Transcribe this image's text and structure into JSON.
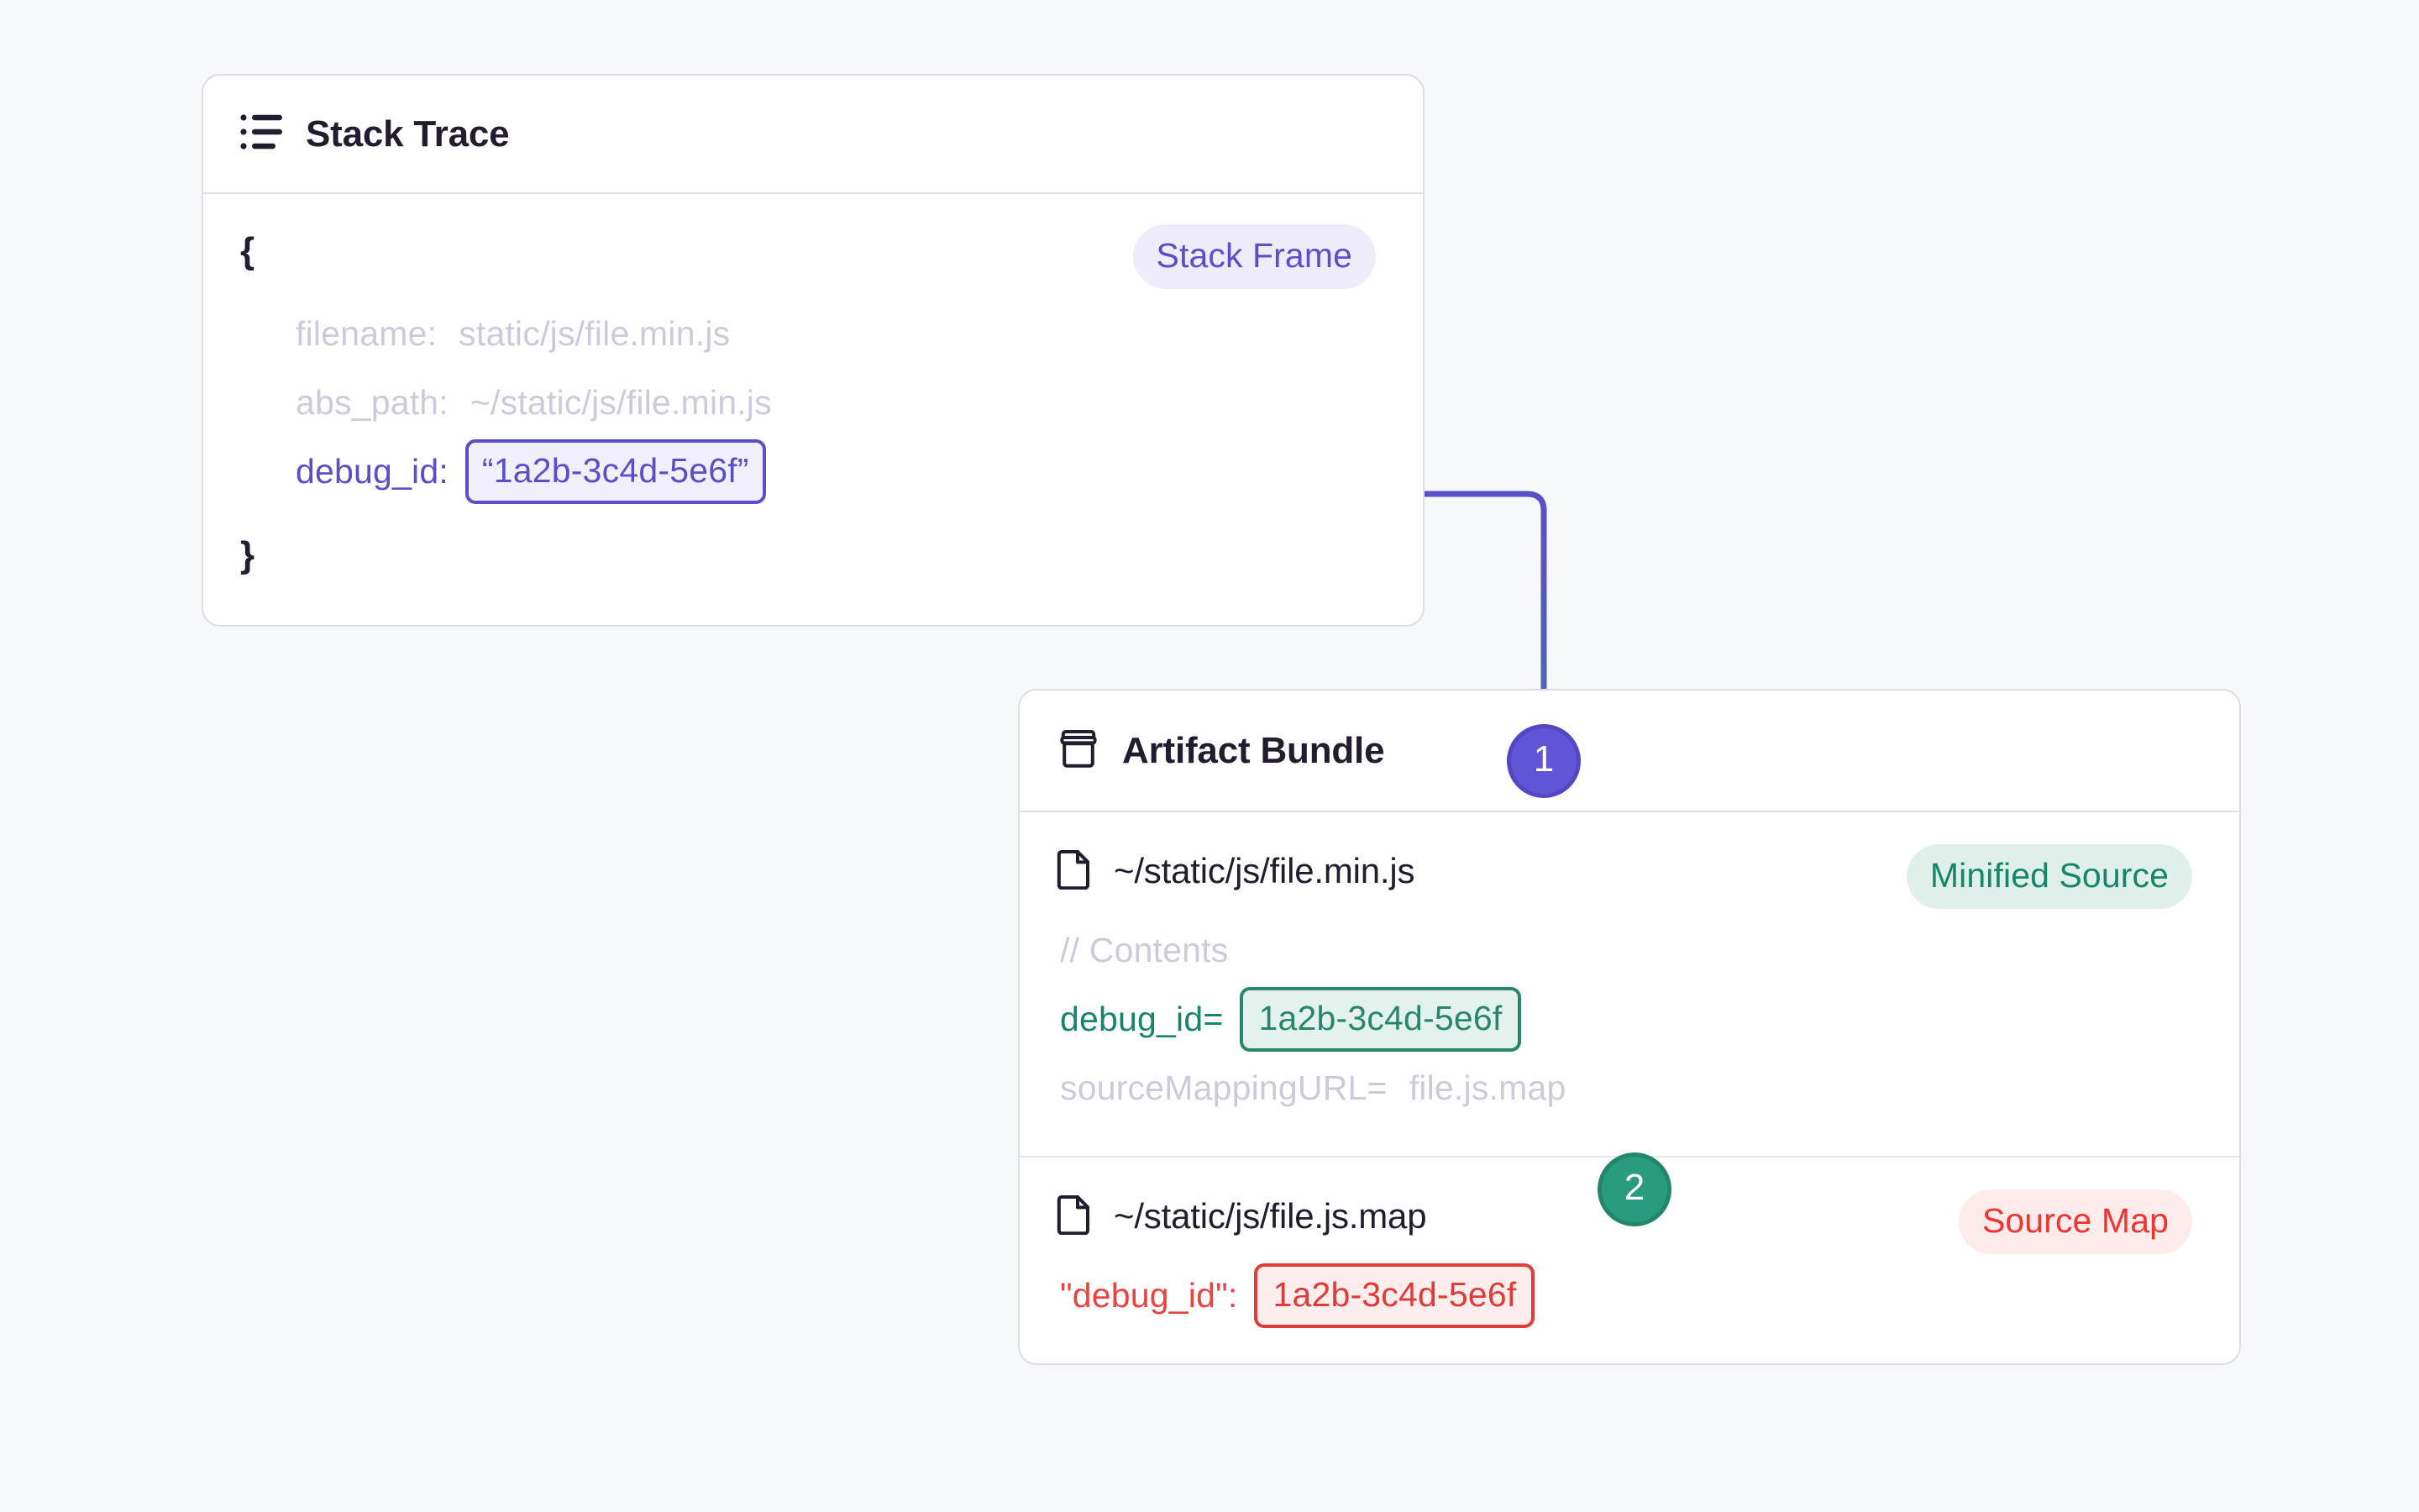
{
  "theme": {
    "background": "#f7f8fa",
    "card_background": "#ffffff",
    "card_border": "#dedce6",
    "indigo": "#5b4ec9",
    "green": "#17856a",
    "red": "#e03b38",
    "muted_text": "#cdcada",
    "title_text": "#231c2e"
  },
  "stack_trace_card": {
    "title": "Stack Trace",
    "icon": "list-icon",
    "badge": "Stack Frame",
    "open_brace": "{",
    "close_brace": "}",
    "properties": [
      {
        "key": "filename:",
        "value": "static/js/file.min.js",
        "highlight": false
      },
      {
        "key": "abs_path:",
        "value": "~/static/js/file.min.js",
        "highlight": false
      },
      {
        "key": "debug_id:",
        "value": "“1a2b-3c4d-5e6f”",
        "highlight": true
      }
    ]
  },
  "artifact_bundle_card": {
    "title": "Artifact Bundle",
    "icon": "archive-icon",
    "files": [
      {
        "name": "~/static/js/file.min.js",
        "icon": "file-icon",
        "badge": "Minified Source",
        "badge_color": "green",
        "lines": [
          {
            "key": "// Contents",
            "value": "",
            "style": "muted"
          },
          {
            "key": "debug_id=",
            "value": "1a2b-3c4d-5e6f",
            "style": "green",
            "boxed": true
          },
          {
            "key": "sourceMappingURL=",
            "value": "file.js.map",
            "style": "muted"
          }
        ]
      },
      {
        "name": "~/static/js/file.js.map",
        "icon": "file-icon",
        "badge": "Source Map",
        "badge_color": "red",
        "lines": [
          {
            "key": "\"debug_id\":",
            "value": "1a2b-3c4d-5e6f",
            "style": "red",
            "boxed": true
          }
        ]
      }
    ]
  },
  "steps": [
    {
      "label": "1",
      "color": "#6254d6"
    },
    {
      "label": "2",
      "color": "#2a9c7e"
    }
  ]
}
